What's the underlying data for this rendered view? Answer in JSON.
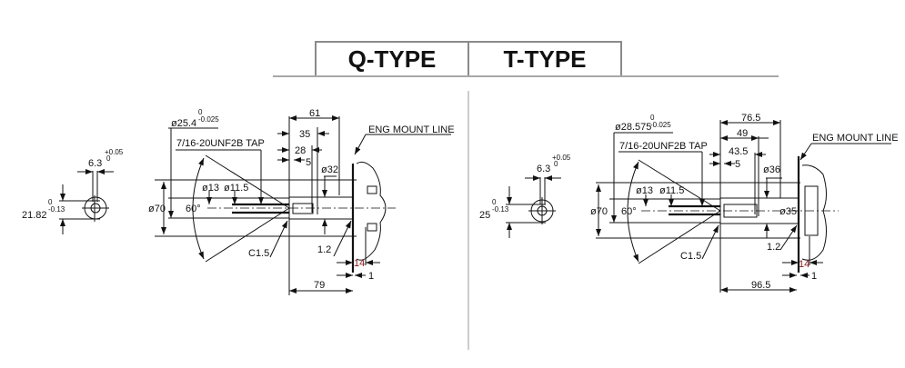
{
  "header": {
    "q_type": "Q-TYPE",
    "t_type": "T-TYPE"
  },
  "q_type": {
    "key_width": "6.3",
    "key_width_tol_upper": "+0.05",
    "key_width_tol_lower": "0",
    "key_height": "21.82",
    "key_height_tol_upper": "0",
    "key_height_tol_lower": "-0.13",
    "shaft_dia": "ø25.4",
    "shaft_dia_tol_upper": "0",
    "shaft_dia_tol_lower": "-0.025",
    "tap": "7/16-20UNF2B TAP",
    "len_61": "61",
    "len_35": "35",
    "len_28": "28",
    "len_5": "5",
    "dia_32": "ø32",
    "dia_13": "ø13",
    "dia_11_5": "ø11.5",
    "dia_70": "ø70",
    "angle": "60°",
    "chamfer": "C1.5",
    "fillet": "1.2",
    "len_14": "14",
    "len_1": "1",
    "len_79": "79",
    "eng_mount": "ENG MOUNT LINE"
  },
  "t_type": {
    "key_width": "6.3",
    "key_width_tol_upper": "+0.05",
    "key_width_tol_lower": "0",
    "key_height": "25",
    "key_height_tol_upper": "0",
    "key_height_tol_lower": "-0.13",
    "shaft_dia": "ø28.575",
    "shaft_dia_tol_upper": "0",
    "shaft_dia_tol_lower": "-0.025",
    "tap": "7/16-20UNF2B TAP",
    "len_76_5": "76.5",
    "len_49": "49",
    "len_43_5": "43.5",
    "len_5": "5",
    "dia_36": "ø36",
    "dia_35": "ø35",
    "dia_13": "ø13",
    "dia_11_5": "ø11.5",
    "dia_70": "ø70",
    "angle": "60°",
    "chamfer": "C1.5",
    "fillet": "1.2",
    "len_14": "14",
    "len_1": "1",
    "len_96_5": "96.5",
    "eng_mount": "ENG MOUNT LINE"
  }
}
